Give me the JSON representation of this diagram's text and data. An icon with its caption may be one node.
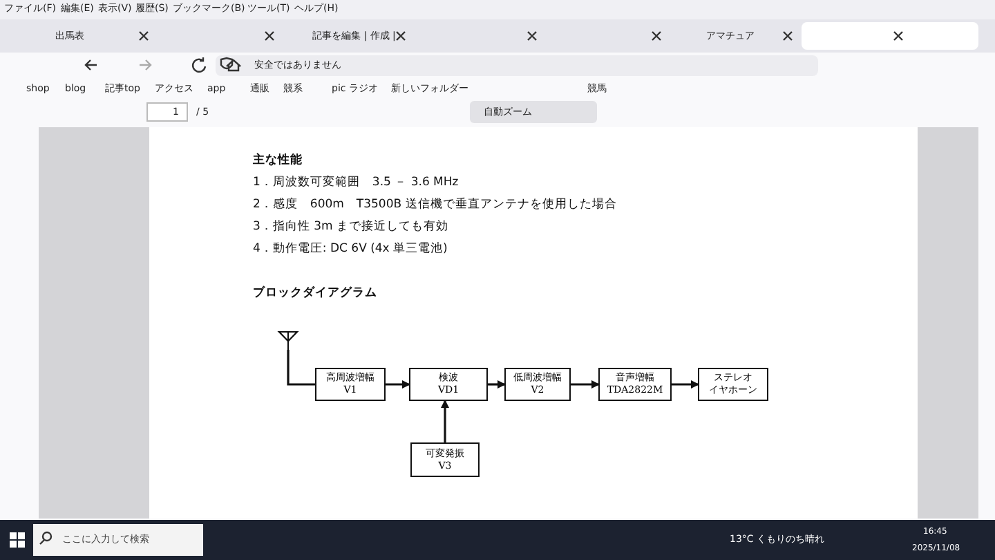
{
  "diagram": {
    "title": "ブロックダイアグラム",
    "nodes": [
      {
        "text": [],
        "shape": "picture"
      },
      {
        "text": [
          "高周波増幅",
          "V1"
        ]
      },
      {
        "text": [
          "検波",
          "VD1"
        ]
      },
      {
        "text": [
          "低周波増幅",
          "V2"
        ]
      },
      {
        "text": [
          "音声増幅",
          "TDA2822M"
        ]
      },
      {
        "text": [
          "ステレオ",
          "イヤホーン"
        ]
      },
      {
        "text": [
          "可変発振",
          "V3"
        ]
      }
    ],
    "edges": [
      {
        "from": 0,
        "to": 1,
        "arrow": "none"
      },
      {
        "from": 1,
        "to": 2,
        "arrow": "to"
      },
      {
        "from": 2,
        "to": 3,
        "arrow": "to"
      },
      {
        "from": 3,
        "to": 4,
        "arrow": "to"
      },
      {
        "from": 4,
        "to": 5,
        "arrow": "to"
      },
      {
        "from": 6,
        "to": 2,
        "arrow": "to"
      }
    ],
    "labels": [
      "ファイル(F)",
      "編集(E)",
      "表示(V)",
      "履歴(S)",
      "ブックマーク(B)",
      "ツール(T)",
      "ヘルプ(H)",
      "出馬表",
      "記事を編集 | 作成 |",
      "アマチュア",
      "安全ではありません",
      "shop",
      "blog",
      "記事top",
      "アクセス",
      "app",
      "通販",
      "競系",
      "pic ラジオ",
      "新しいフォルダー",
      "競馬",
      "1",
      "/ 5",
      "自動ズーム",
      "主な性能",
      "1．周波数可変範囲　3.5 － 3.6 MHz",
      "2．感度　600m　T3500B 送信機で垂直アンテナを使用した場合",
      "3．指向性 3m まで接近しても有効",
      "4．動作電圧: DC 6V (4x 単三電池)",
      "ここに入力して検索",
      "13°C くもりのち晴れ",
      "16:45",
      "2025/11/08"
    ]
  }
}
